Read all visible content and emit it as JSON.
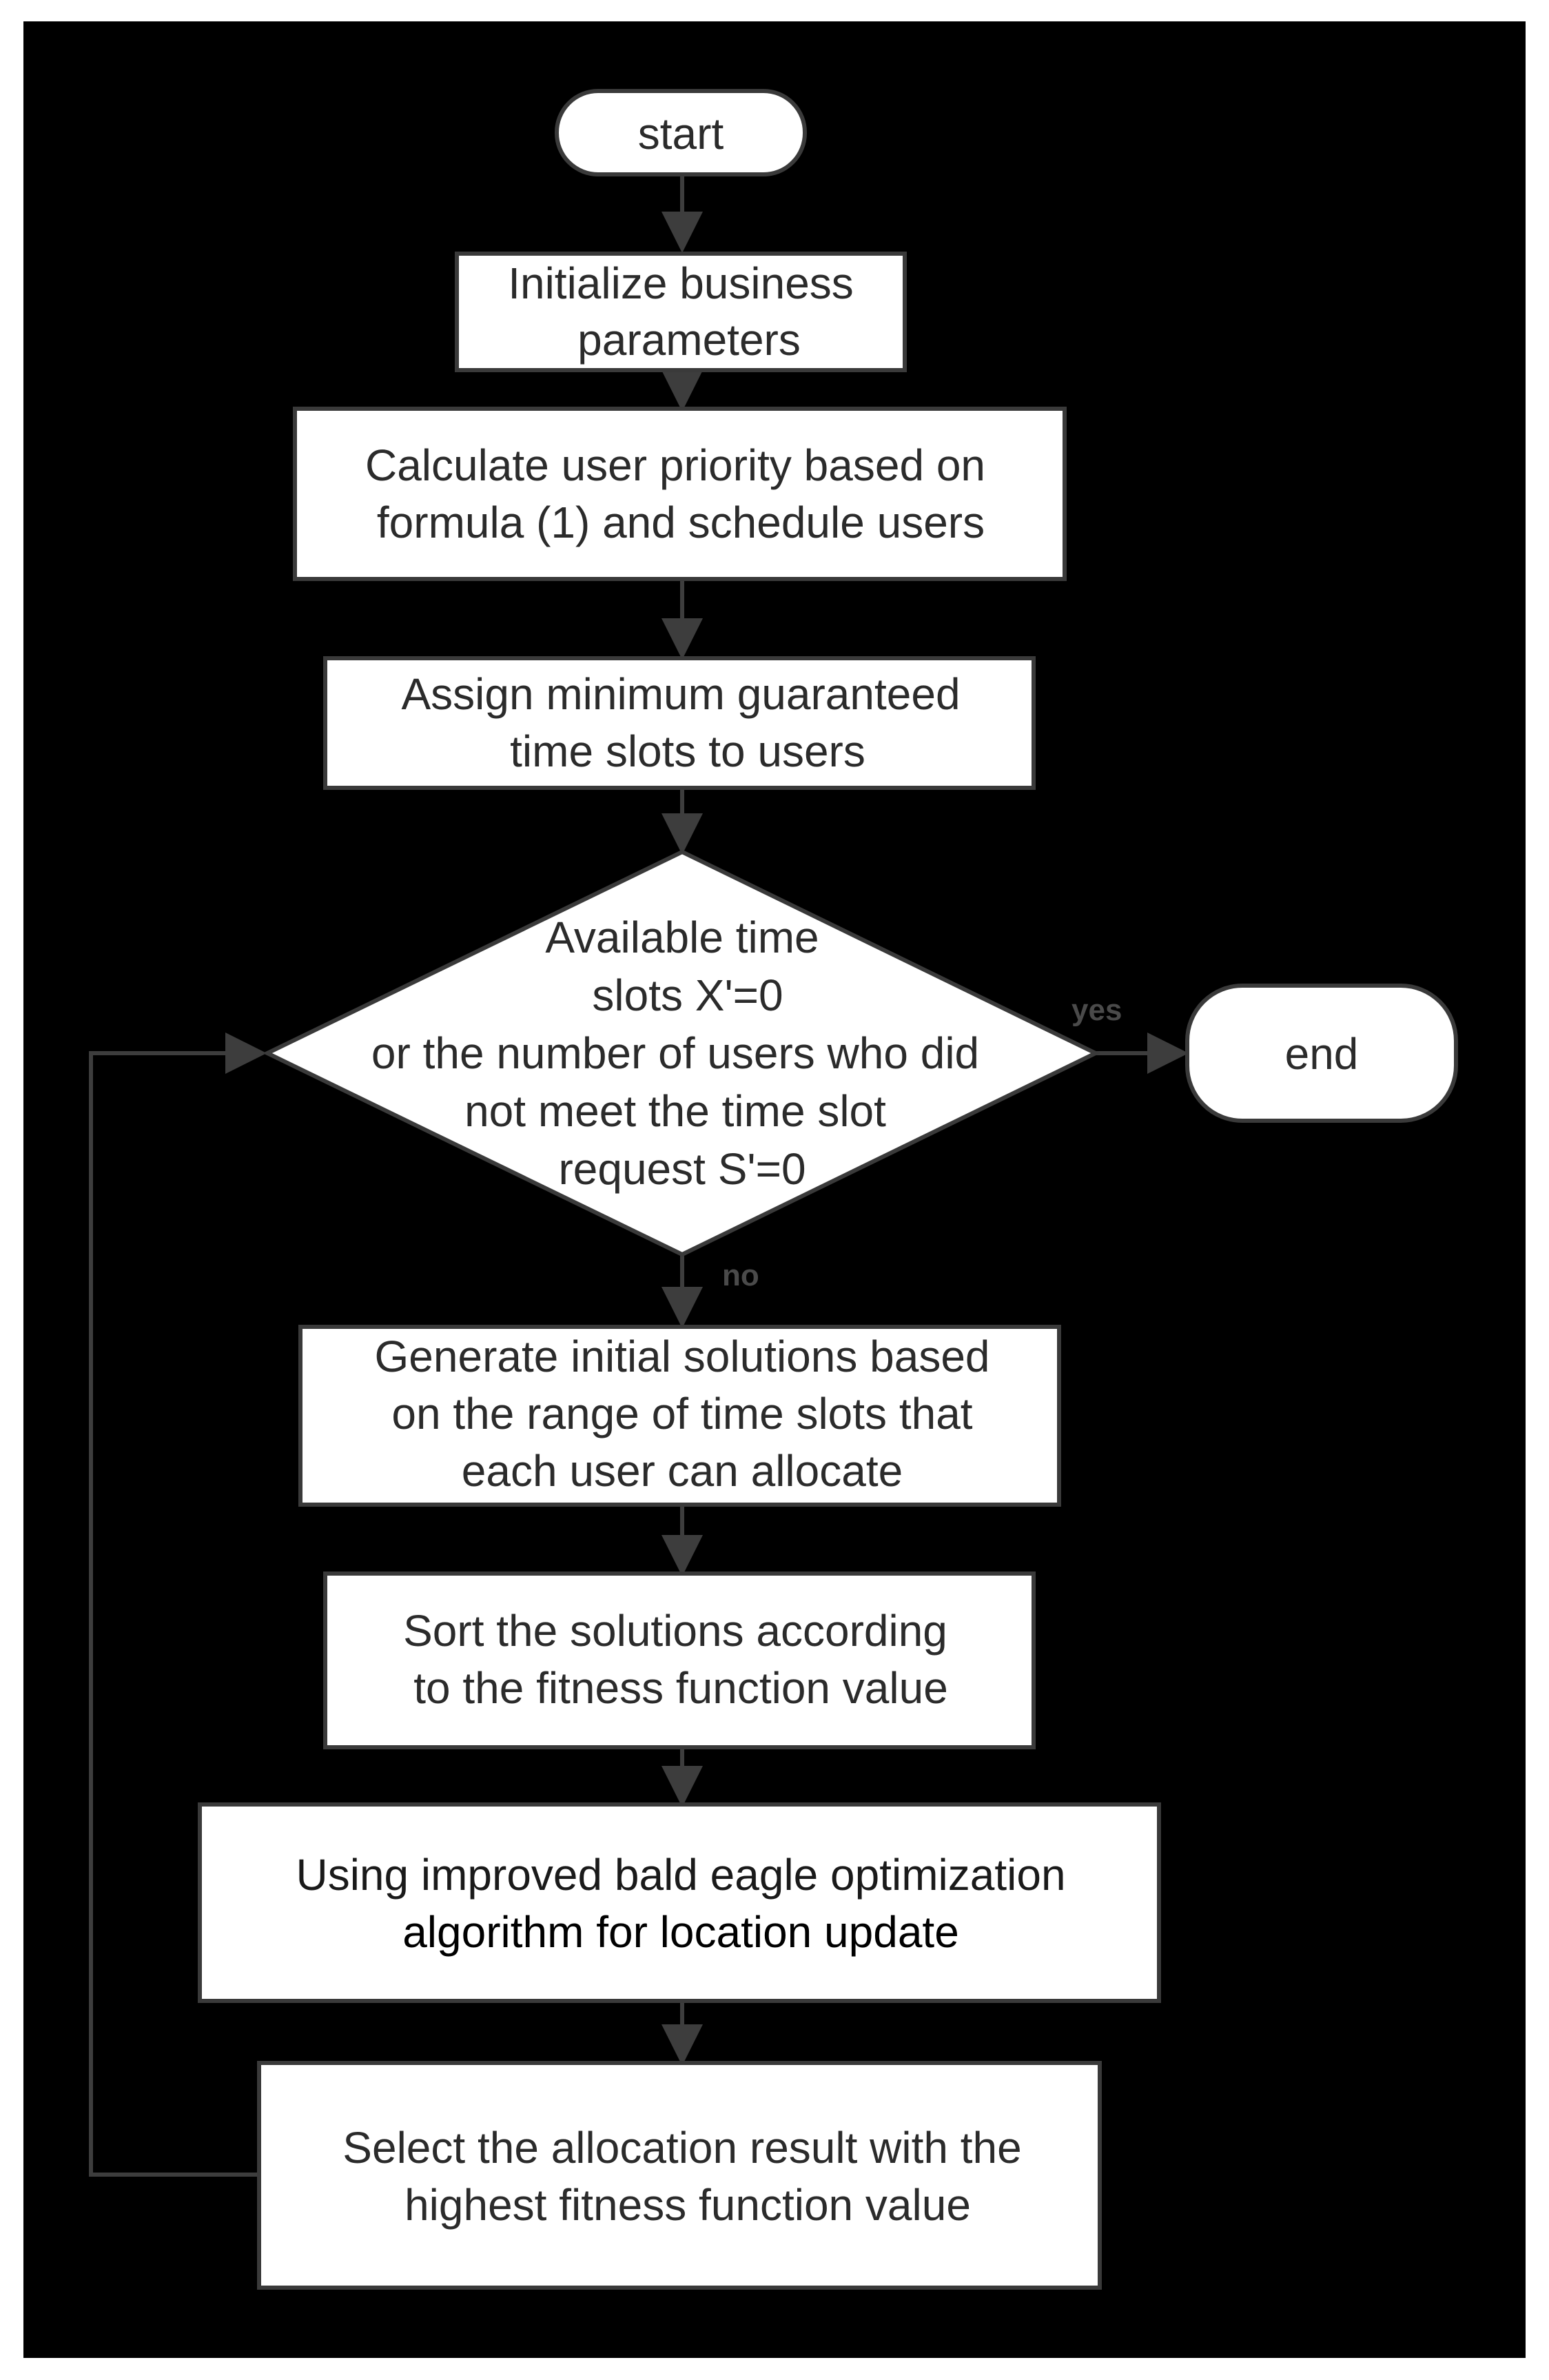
{
  "diagram": {
    "type": "flowchart",
    "nodes": {
      "start": {
        "label": "start"
      },
      "init": {
        "lines": [
          "Initialize business",
          "parameters"
        ]
      },
      "priority": {
        "lines": [
          "Calculate user priority based on",
          "formula (1) and schedule users"
        ]
      },
      "assign": {
        "lines": [
          "Assign minimum guaranteed",
          "time slots to users"
        ]
      },
      "decision": {
        "lines": [
          "Available time",
          "slots  X'=0",
          "or the number of users who did",
          "not meet the time slot",
          "request S'=0"
        ]
      },
      "end": {
        "label": "end"
      },
      "generate": {
        "lines": [
          "Generate initial solutions based",
          "on the range of time slots that",
          "each user can allocate"
        ]
      },
      "sort": {
        "lines": [
          "Sort the solutions according",
          "to the fitness function value"
        ]
      },
      "update": {
        "lines": [
          "Using improved bald eagle optimization",
          "algorithm for location update"
        ]
      },
      "select": {
        "lines": [
          "Select the allocation result with the",
          "highest fitness function value"
        ]
      }
    },
    "edges": {
      "yes_label": "yes",
      "no_label": "no"
    }
  }
}
